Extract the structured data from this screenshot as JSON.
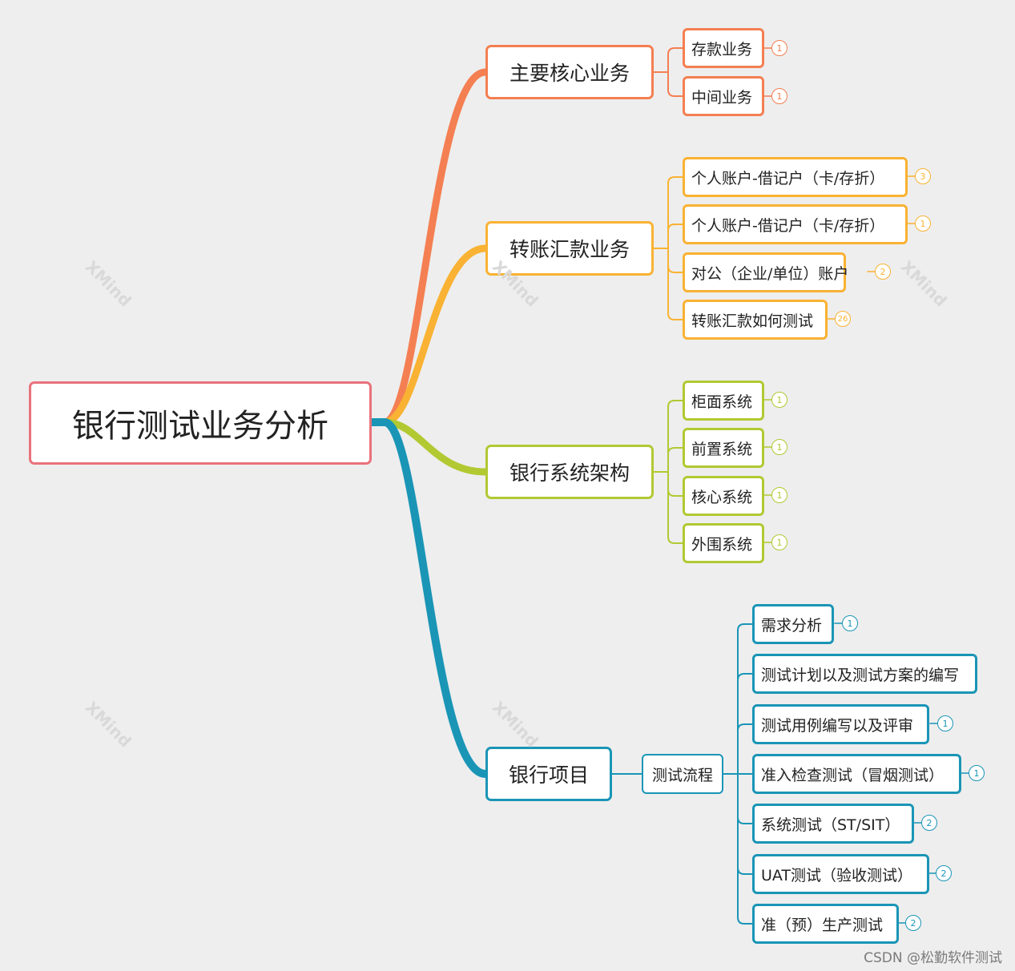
{
  "root": {
    "label": "银行测试业务分析"
  },
  "colors": {
    "orange": "#f47f52",
    "yellow": "#f9b233",
    "green": "#b2c932",
    "blue": "#1a95b6",
    "root": "#e9727b"
  },
  "branches": [
    {
      "label": "主要核心业务",
      "color": "#f47f52",
      "children": [
        {
          "label": "存款业务",
          "count": "1"
        },
        {
          "label": "中间业务",
          "count": "1"
        }
      ]
    },
    {
      "label": "转账汇款业务",
      "color": "#f9b233",
      "children": [
        {
          "label": "个人账户-借记户（卡/存折）",
          "count": "3"
        },
        {
          "label": "个人账户-借记户（卡/存折）",
          "count": "1"
        },
        {
          "label": "对公（企业/单位）账户",
          "count": "2"
        },
        {
          "label": "转账汇款如何测试",
          "count": "26"
        }
      ]
    },
    {
      "label": "银行系统架构",
      "color": "#b2c932",
      "children": [
        {
          "label": "柜面系统",
          "count": "1"
        },
        {
          "label": "前置系统",
          "count": "1"
        },
        {
          "label": "核心系统",
          "count": "1"
        },
        {
          "label": "外围系统",
          "count": "1"
        }
      ]
    },
    {
      "label": "银行项目",
      "color": "#1a95b6",
      "sub": {
        "label": "测试流程",
        "children": [
          {
            "label": "需求分析",
            "count": "1"
          },
          {
            "label": "测试计划以及测试方案的编写",
            "count": ""
          },
          {
            "label": "测试用例编写以及评审",
            "count": "1"
          },
          {
            "label": "准入检查测试（冒烟测试）",
            "count": "1"
          },
          {
            "label": "系统测试（ST/SIT）",
            "count": "2"
          },
          {
            "label": "UAT测试（验收测试）",
            "count": "2"
          },
          {
            "label": "准（预）生产测试",
            "count": "2"
          }
        ]
      }
    }
  ],
  "watermark": "XMind",
  "credit": "CSDN @松勤软件测试"
}
